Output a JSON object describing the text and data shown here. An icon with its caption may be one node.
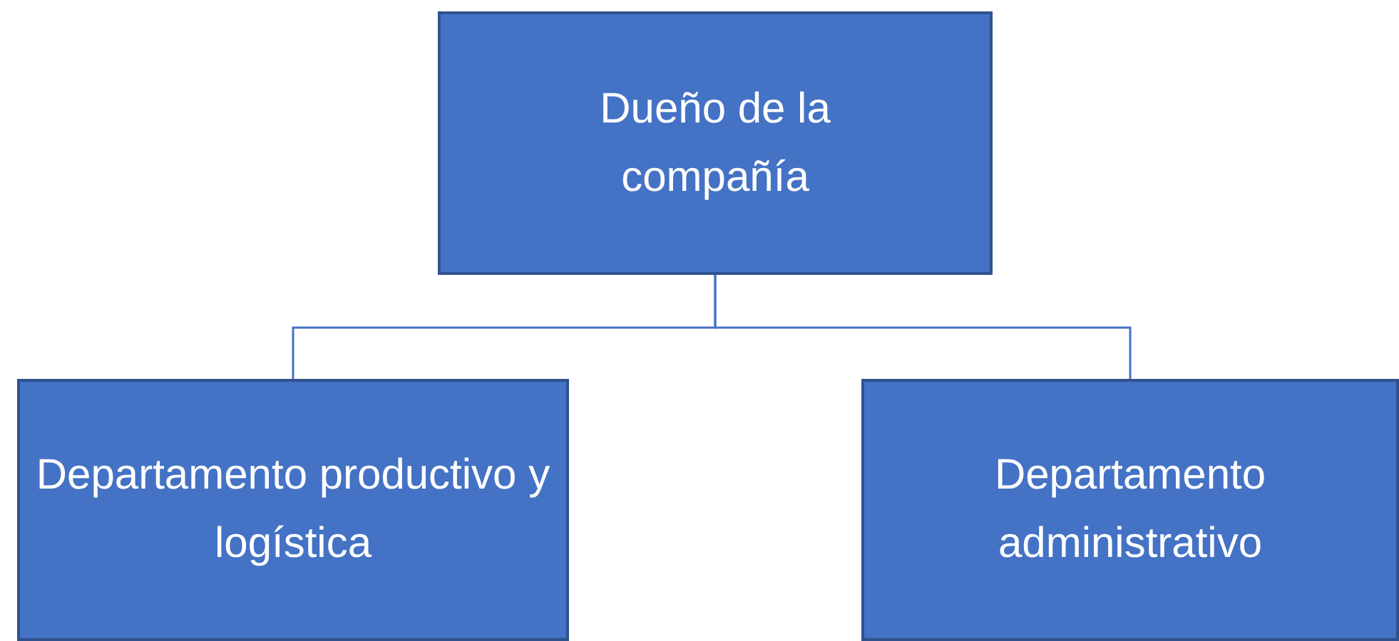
{
  "diagram": {
    "nodes": [
      {
        "text": [
          "Dueño de la compañía"
        ]
      },
      {
        "text": [
          "Departamento productivo y logística"
        ]
      },
      {
        "text": [
          "Departamento administrativo"
        ]
      }
    ],
    "edges": [
      {
        "from": 0,
        "to": 1,
        "arrow": "none"
      },
      {
        "from": 0,
        "to": 2,
        "arrow": "none"
      }
    ]
  }
}
